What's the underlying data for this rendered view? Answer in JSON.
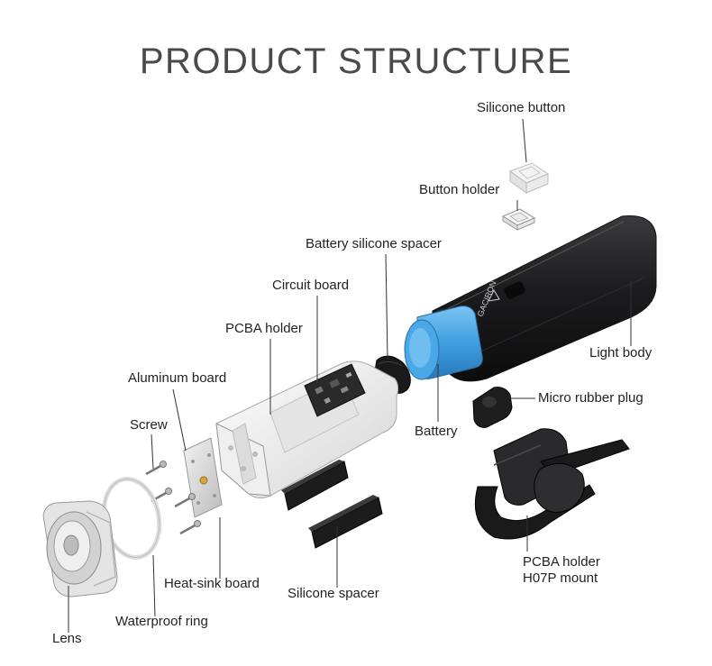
{
  "title": "PRODUCT STRUCTURE",
  "labels": {
    "silicone_button": "Silicone button",
    "button_holder": "Button holder",
    "battery_silicone_spacer": "Battery silicone spacer",
    "circuit_board": "Circuit board",
    "pcba_holder": "PCBA holder",
    "aluminum_board": "Aluminum board",
    "screw": "Screw",
    "light_body": "Light body",
    "micro_rubber_plug": "Micro rubber plug",
    "battery": "Battery",
    "heat_sink_board": "Heat-sink board",
    "silicone_spacer": "Silicone spacer",
    "waterproof_ring": "Waterproof ring",
    "lens": "Lens",
    "mount_line1": "PCBA holder",
    "mount_line2": "H07P mount"
  },
  "body_marking": "GACIRON",
  "colors": {
    "battery": "#3f9fe0",
    "light_body": "#1e1e20",
    "title": "#4a4a4a"
  }
}
